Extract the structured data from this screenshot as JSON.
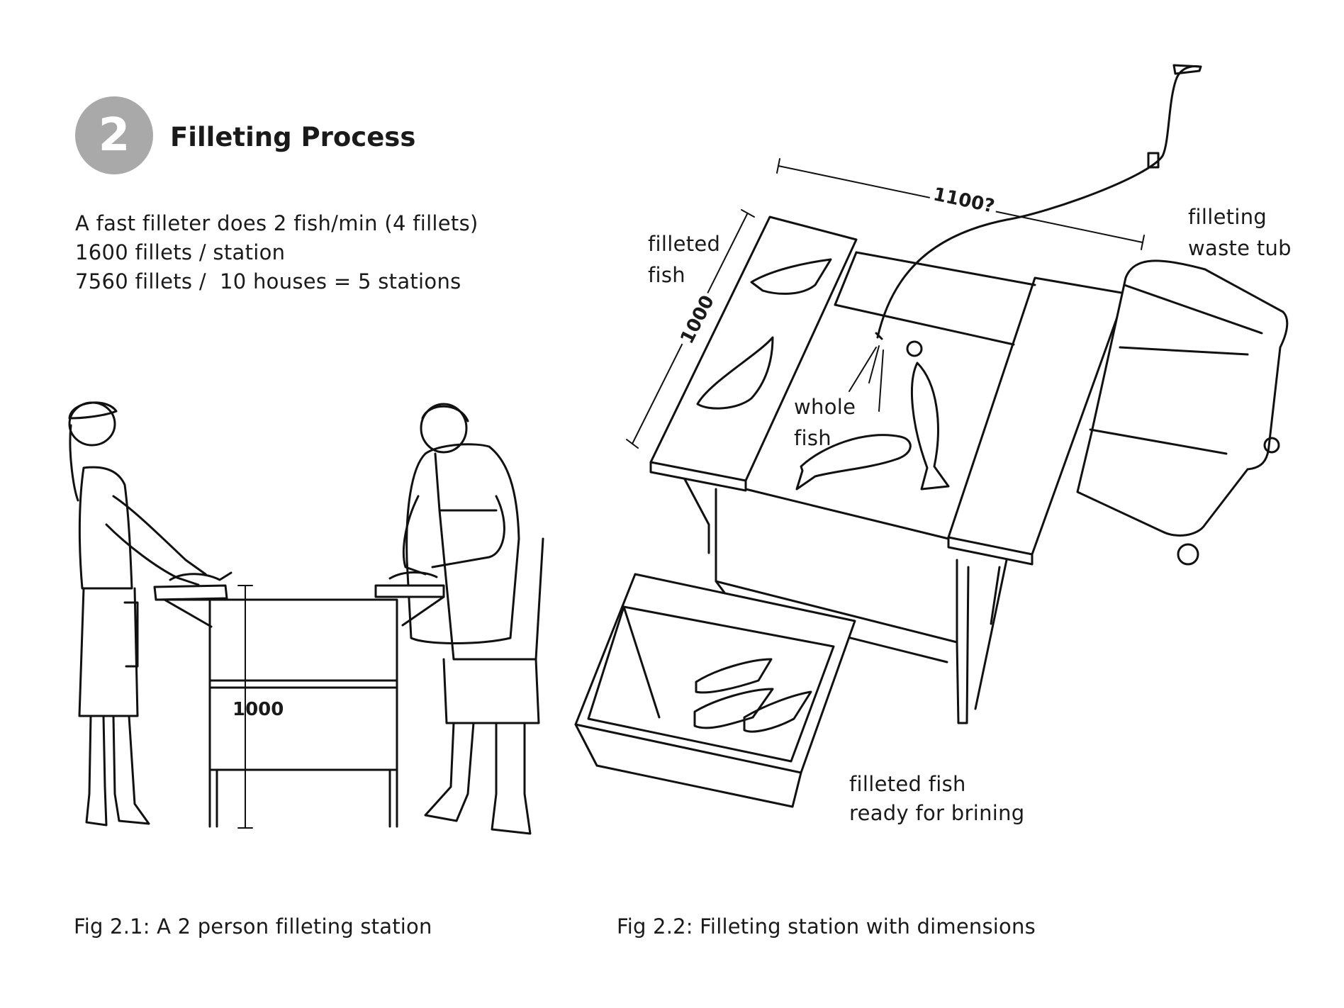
{
  "header": {
    "step_number": "2",
    "title": "Filleting Process"
  },
  "notes": [
    "A fast filleter does 2 fish/min (4 fillets)",
    "1600 fillets / station",
    "7560 fillets /  10 houses = 5 stations"
  ],
  "fig1": {
    "caption": "Fig 2.1: A 2 person filleting station",
    "height_dim": "1000"
  },
  "fig2": {
    "caption": "Fig 2.2: Filleting station with dimensions",
    "length_dim": "1100?",
    "width_dim": "1000",
    "labels": {
      "filleted_fish": "filleted\nfish",
      "whole_fish": "whole\nfish",
      "waste_tub": "filleting\nwaste tub",
      "ready_brining": "filleted fish\nready for brining"
    }
  }
}
